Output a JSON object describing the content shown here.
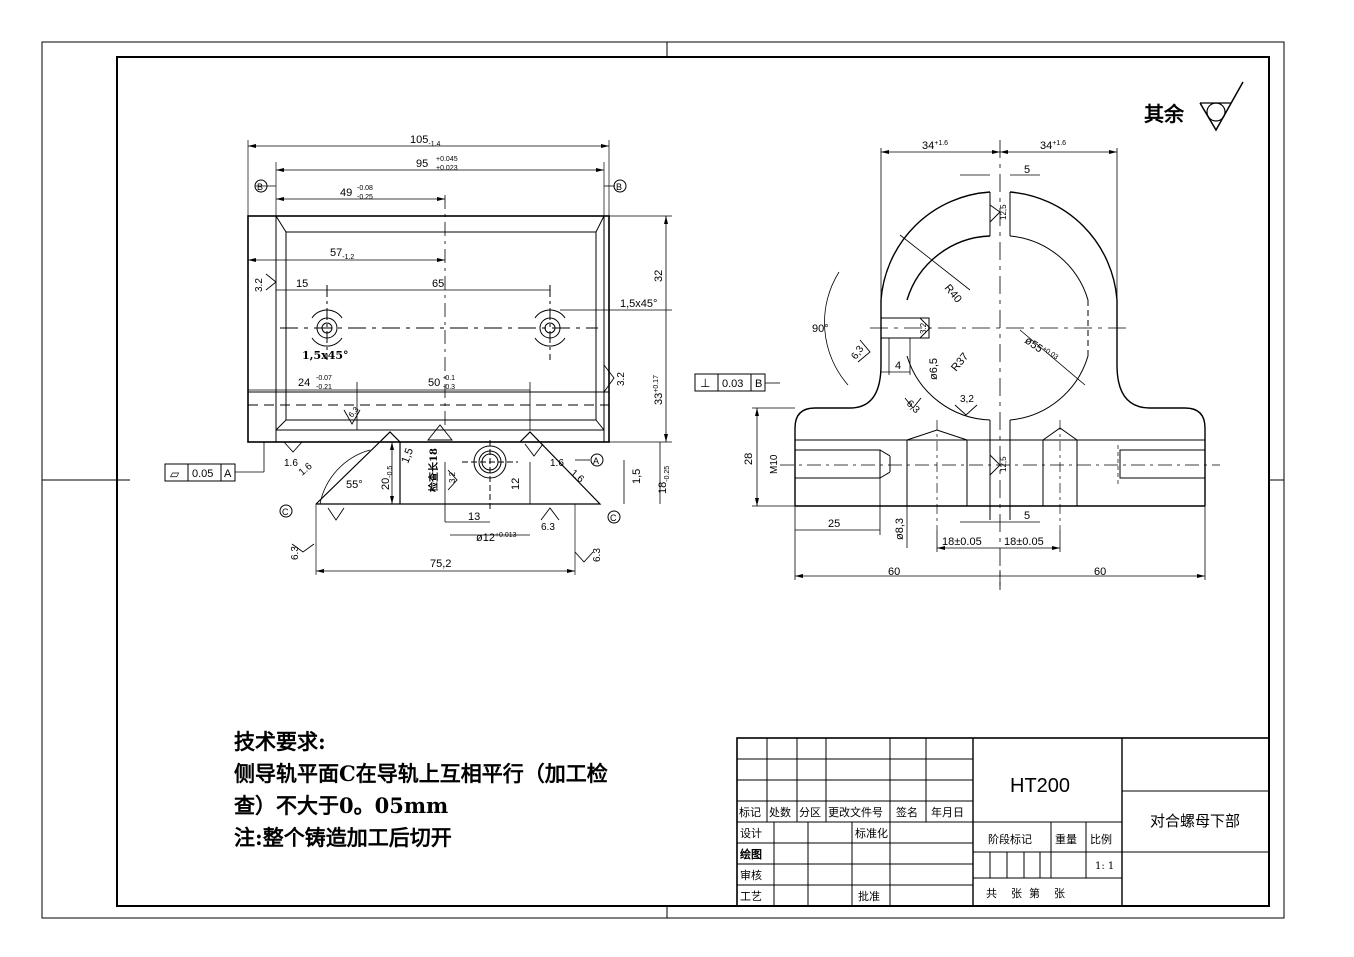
{
  "roughness": {
    "label": "其余"
  },
  "front_view": {
    "dims": {
      "overall_width": "105",
      "overall_width_tol": "-1.4",
      "inner_width": "95",
      "inner_width_tol_upper": "+0.045",
      "inner_width_tol_lower": "+0.023",
      "offset_49": "49",
      "offset_49_tol_upper": "-0.08",
      "offset_49_tol_lower": "-0.25",
      "offset_57": "57",
      "offset_57_tol": "-1.2",
      "dist_15": "15",
      "dist_65": "65",
      "chamfer_right": "1,5x45°",
      "chamfer_left": "1,5x45°",
      "dim_24": "24",
      "dim_24_tol_upper": "-0.07",
      "dim_24_tol_lower": "-0.21",
      "dim_50": "50",
      "dim_50_tol_upper": "-0.1",
      "dim_50_tol_lower": "-0.3",
      "height_32": "32",
      "height_33": "33",
      "height_33_tol": "+0.17",
      "height_20": "20",
      "height_20_tol": "-0.5",
      "height_12": "12",
      "height_1_5": "1,5",
      "height_18": "18",
      "height_18_tol": "-0.25",
      "width_13": "13",
      "bore": "ø12",
      "bore_tol": "+0.013",
      "bottom_width": "75,2",
      "angle_55": "55°",
      "small_1_5": "1,5",
      "inspect_length": "检查长18",
      "r_3_2_left": "3.2",
      "r_3_2_right": "3.2",
      "r_3_2_mid": "3.2",
      "r_1_6_a": "1.6",
      "r_1_6_b": "1.6",
      "r_1_6_c": "1.6",
      "r_1_6_d": "1.6",
      "r_6_3_a": "6.3",
      "r_6_3_b": "6.3",
      "r_6_3_c": "6.3",
      "r_6_3_d": "6.3"
    },
    "datum_b_left": "B",
    "datum_b_right": "B",
    "datum_a": "A",
    "datum_c_left": "C",
    "datum_c_right": "C",
    "flatness_frame": {
      "symbol": "▱",
      "value": "0.05",
      "datum": "A"
    }
  },
  "side_view": {
    "dims": {
      "half_width_left": "34",
      "half_width_left_tol": "+1.6",
      "half_width_right": "34",
      "half_width_right_tol": "+1.6",
      "dim_5_top": "5",
      "dim_5_bottom": "5",
      "r40": "R40",
      "r37": "R37",
      "bore_55": "ø55",
      "bore_55_tol": "+0.03",
      "angle_90": "90°",
      "dim_6_5": "ø6,5",
      "dim_4": "4",
      "height_28": "28",
      "thread": "M10",
      "dim_25": "25",
      "dim_8_3": "ø8,3",
      "dim_18_a": "18±0.05",
      "dim_18_b": "18±0.05",
      "width_60_left": "60",
      "width_60_right": "60",
      "r_6_3_a": "6,3",
      "r_6_3_b": "6,3",
      "r_3_2": "3,2",
      "r_12_5_top": "12,5",
      "r_12_5_bottom": "12,5",
      "r_3_2_small": "3.2"
    },
    "perp_frame": {
      "symbol": "⊥",
      "value": "0.03",
      "datum": "B"
    }
  },
  "tech_requirements": {
    "heading": "技术要求:",
    "line1": "侧导轨平面C在导轨上互相平行（加工检",
    "line2": "查）不大于0。05mm",
    "line3": "注:整个铸造加工后切开"
  },
  "title_block": {
    "material": "HT200",
    "part_name": "对合螺母下部",
    "headers": [
      "标记",
      "处数",
      "分区",
      "更改文件号",
      "签名",
      "年月日"
    ],
    "design": "设计",
    "standardization": "标准化",
    "drawing": "绘图",
    "review": "审核",
    "process": "工艺",
    "approve": "批准",
    "stage_mark": "阶段标记",
    "weight": "重量",
    "scale_label": "比例",
    "scale_value": "1: 1",
    "sheets": "共    张  第    张"
  }
}
